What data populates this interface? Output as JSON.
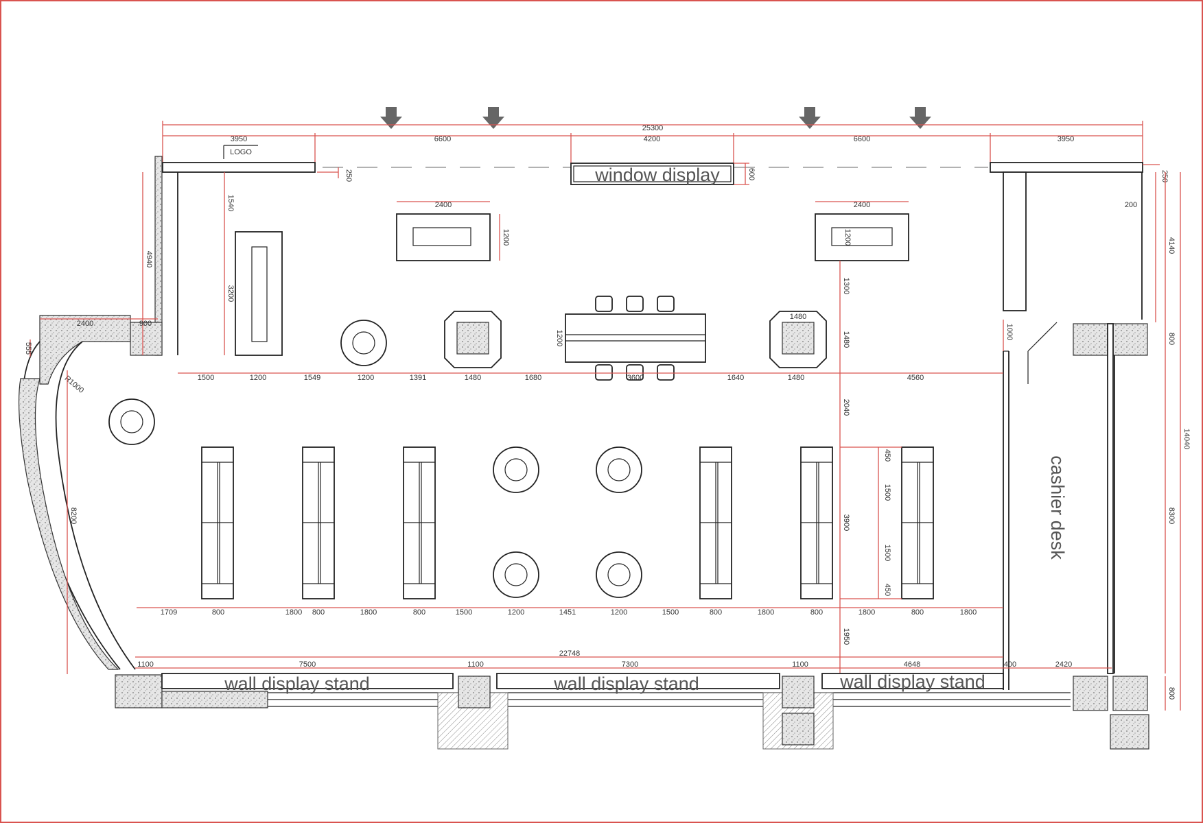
{
  "labels": {
    "window_display": "window display",
    "cashier_desk": "cashier desk",
    "wall_display_1": "wall display stand",
    "wall_display_2": "wall display stand",
    "wall_display_3": "wall display stand",
    "logo": "LOGO"
  },
  "dims": {
    "top_total": "25300",
    "top_1": "3950",
    "top_2": "6600",
    "top_3": "4200",
    "top_4": "6600",
    "top_5": "3950",
    "window_depth": "600",
    "left_250": "250",
    "right_250": "250",
    "right_200": "200",
    "table1_w": "2400",
    "table1_h": "1200",
    "table2_w": "2400",
    "table2_h": "1200",
    "left_1540": "1540",
    "left_3200": "3200",
    "left_4940": "4940",
    "left_2400": "2400",
    "left_900": "900",
    "left_555": "555",
    "radius": "R1000",
    "left_8200": "8200",
    "center_1300": "1300",
    "center_1480": "1480",
    "center_1200": "1200",
    "center_2040": "2040",
    "center_3900": "3900",
    "center_1950": "1950",
    "rack_450a": "450",
    "rack_1500a": "1500",
    "rack_1500b": "1500",
    "rack_450b": "450",
    "sq_1480": "1480",
    "right_4140": "4140",
    "right_800a": "800",
    "right_14040": "14040",
    "right_8300": "8300",
    "right_800b": "800",
    "cashier_1000": "1000",
    "row1": [
      "1500",
      "1200",
      "1549",
      "1200",
      "1391",
      "1480",
      "1680",
      "3600",
      "1640",
      "1480",
      "4560"
    ],
    "row2": [
      "1709",
      "800",
      "1800",
      "800",
      "1800",
      "800",
      "1500",
      "1200",
      "1451",
      "1200",
      "1500",
      "800",
      "1800",
      "800",
      "1800",
      "800",
      "1800"
    ],
    "bottom_total": "22748",
    "bottom": [
      "1100",
      "7500",
      "1100",
      "7300",
      "1100",
      "4648",
      "400",
      "2420"
    ]
  },
  "colors": {
    "frame": "#d9534f",
    "dimension": "#d9534f",
    "ink": "#222222",
    "label": "#555555"
  }
}
